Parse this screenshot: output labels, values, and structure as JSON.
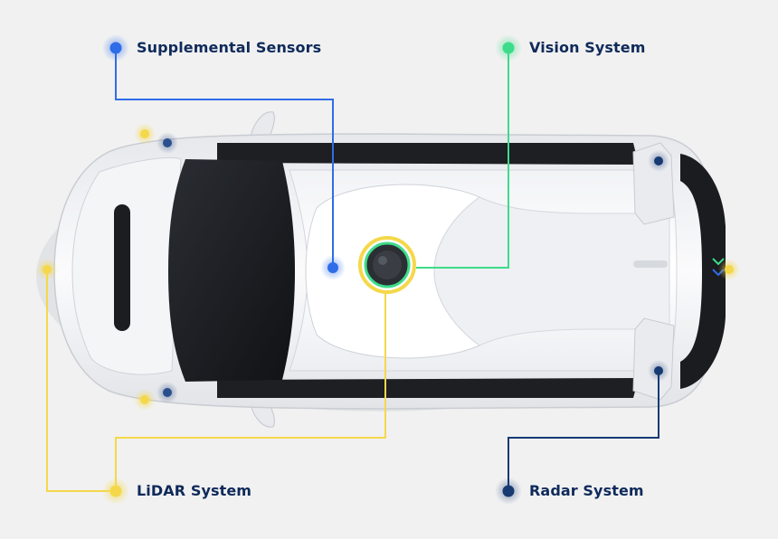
{
  "callouts": {
    "supplemental": {
      "label": "Supplemental Sensors",
      "color": "#2f6de8",
      "icon": "sensor-dot-icon"
    },
    "vision": {
      "label": "Vision System",
      "color": "#3ddc8a",
      "icon": "sensor-dot-icon"
    },
    "lidar": {
      "label": "LiDAR System",
      "color": "#f5d84a",
      "icon": "sensor-dot-icon"
    },
    "radar": {
      "label": "Radar System",
      "color": "#173a73",
      "icon": "sensor-dot-icon"
    }
  },
  "vehicle": {
    "description": "top-down view of white self-driving minivan",
    "body_color": "#f7f8fa",
    "glass_color": "#1b1d21"
  }
}
